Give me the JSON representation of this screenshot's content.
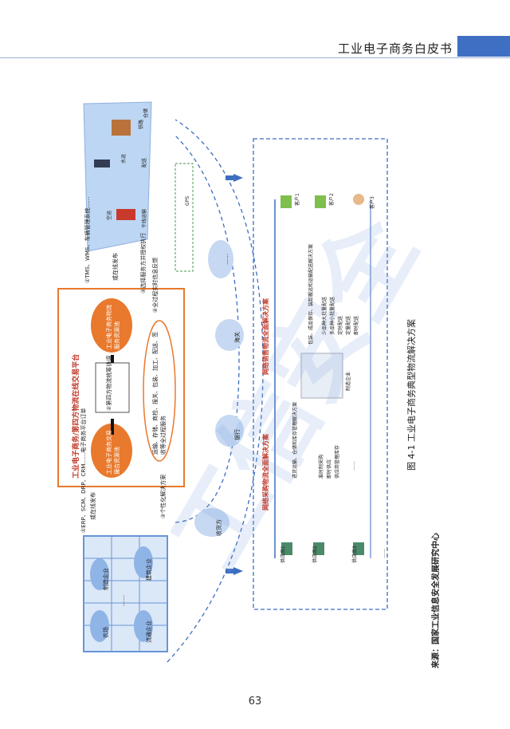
{
  "header": {
    "title": "工业电子商务白皮书"
  },
  "page_number": "63",
  "figure": {
    "caption": "图 4-1  工业电子商务典型物流解决方案",
    "source": "来源：国家工业信息安全发展研究中心",
    "platform_title": "工业电子商务/第四方物流在线交易平台",
    "left_box": "工业电子商务交易撮合资源池",
    "right_box": "工业电子商务物流服务资源池",
    "center_box": "②第四方物流统筹协调",
    "note_erp": "①ERP、SCM、DRP、CRM……电子商务平台订单",
    "note_online": "或在线发布",
    "note_custom": "③个性化解决方案",
    "note_tms": "①TMS、WMS、车辆管理系统……",
    "note_online2": "或在线发布",
    "note_select": "③选择服务方并授权执行",
    "note_feedback": "④全过程实时信息反馈",
    "services": "运输、存储、商检、报关、包装、加工、配送、签收等全过程服务",
    "enterprises": [
      "制造企业",
      "建筑企业",
      "农场",
      "……",
      "流通企业"
    ],
    "middle_nodes": [
      "收货方",
      "银行",
      "海关",
      "……"
    ],
    "logistics": [
      "铁路",
      "仓储",
      "水运",
      "配送",
      "空运",
      "干线运输"
    ],
    "gps": "GPS",
    "solution_title": "网络采购物流全面解决方案",
    "solution_title2": "网络销售物流全面解决方案",
    "suppliers": [
      "供应商1",
      "供应商2",
      "供应商3"
    ],
    "supplier_dots": "……",
    "customers": [
      "客户1",
      "客户2",
      "客户3"
    ],
    "manufacturer": "制造企业",
    "purchase_items": [
      "进货运输、仓储和库存管理解决方案",
      "准时制采购",
      "即时供应",
      "供应商管理库存",
      "……"
    ],
    "sales_items": [
      "包装、成品保存、装卸搬运和运输配送解决方案",
      "少品种大批量配送",
      "多品种小批量配送",
      "定时配送",
      "定量配送",
      "即时配送"
    ]
  }
}
